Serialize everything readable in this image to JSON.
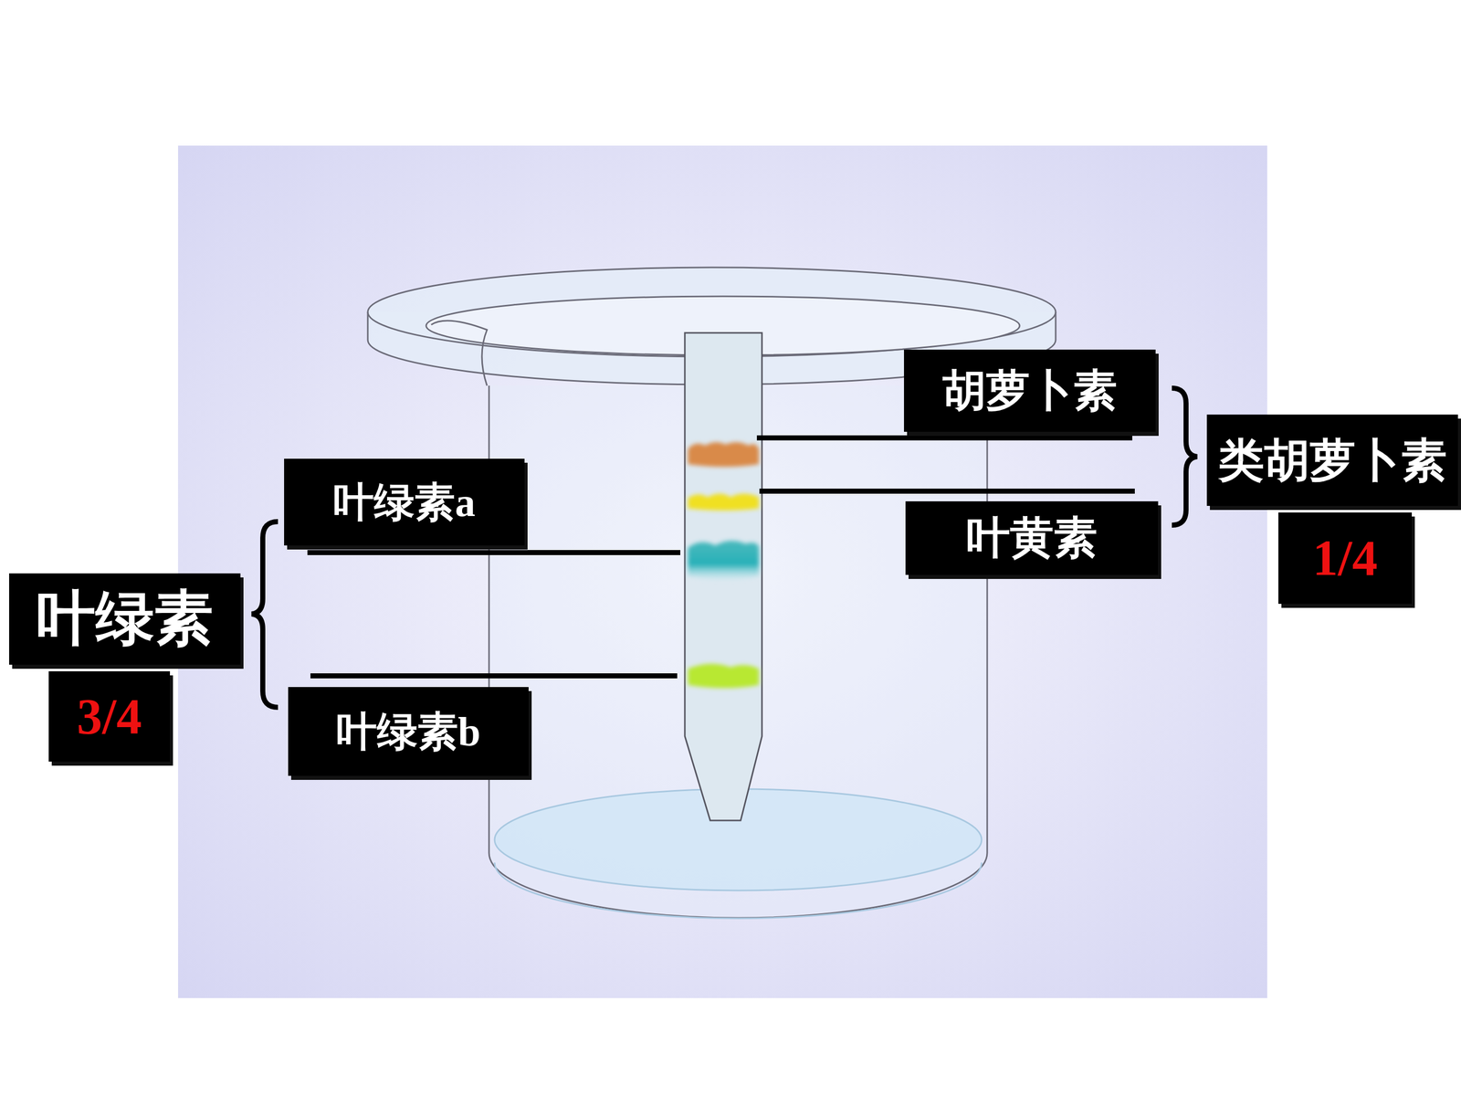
{
  "diagram": {
    "nodes": [
      {
        "text": [
          "胡萝卜素"
        ]
      },
      {
        "text": [
          "叶黄素"
        ]
      },
      {
        "text": [
          "类胡萝卜素"
        ]
      },
      {
        "text": [
          "1/4"
        ]
      },
      {
        "text": [
          "叶绿素a"
        ]
      },
      {
        "text": [
          "叶绿素b"
        ]
      },
      {
        "text": [
          "叶绿素"
        ]
      },
      {
        "text": [
          "3/4"
        ]
      }
    ]
  }
}
